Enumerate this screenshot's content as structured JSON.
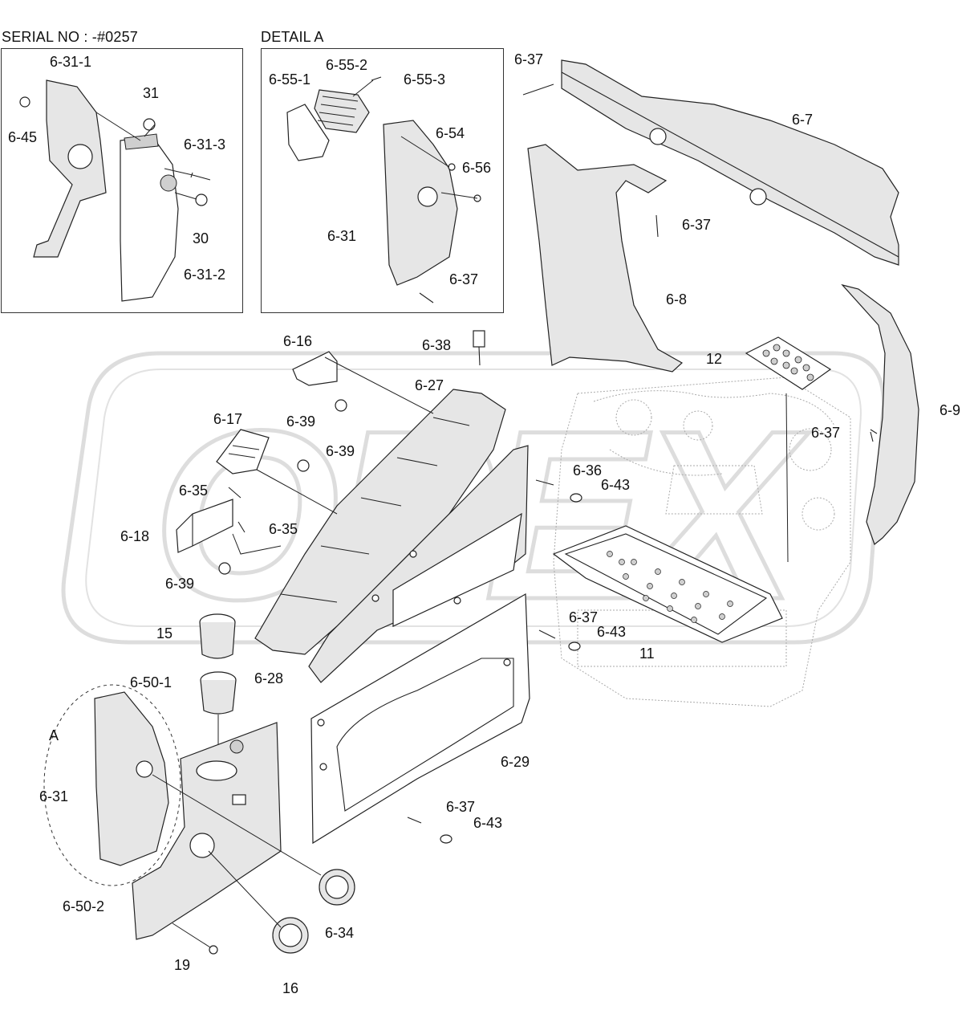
{
  "headings": {
    "serial_no": "SERIAL NO : -#0257",
    "detail_a": "DETAIL A"
  },
  "watermark": "OPEX",
  "detail_marker": "A",
  "callouts": {
    "c_6_31_1": "6-31-1",
    "c_31": "31",
    "c_6_45": "6-45",
    "c_6_31_3": "6-31-3",
    "c_30": "30",
    "c_6_31_2": "6-31-2",
    "c_6_55_2": "6-55-2",
    "c_6_55_1": "6-55-1",
    "c_6_55_3": "6-55-3",
    "c_6_54": "6-54",
    "c_6_56": "6-56",
    "c_6_31_detail": "6-31",
    "c_6_37_detail": "6-37",
    "c_6_37_top": "6-37",
    "c_6_7": "6-7",
    "c_6_37_pillar": "6-37",
    "c_6_8": "6-8",
    "c_12": "12",
    "c_6_9": "6-9",
    "c_6_37_right": "6-37",
    "c_6_16": "6-16",
    "c_6_38": "6-38",
    "c_6_27": "6-27",
    "c_6_39_a": "6-39",
    "c_6_17": "6-17",
    "c_6_39_b": "6-39",
    "c_6_35_a": "6-35",
    "c_6_36": "6-36",
    "c_6_43_a": "6-43",
    "c_6_35_b": "6-35",
    "c_6_18": "6-18",
    "c_6_39_c": "6-39",
    "c_15": "15",
    "c_6_37_mid": "6-37",
    "c_6_43_b": "6-43",
    "c_11": "11",
    "c_6_28": "6-28",
    "c_6_50_1": "6-50-1",
    "c_6_29": "6-29",
    "c_6_31_main": "6-31",
    "c_6_37_low": "6-37",
    "c_6_43_c": "6-43",
    "c_6_50_2": "6-50-2",
    "c_6_34": "6-34",
    "c_19": "19",
    "c_16": "16"
  }
}
